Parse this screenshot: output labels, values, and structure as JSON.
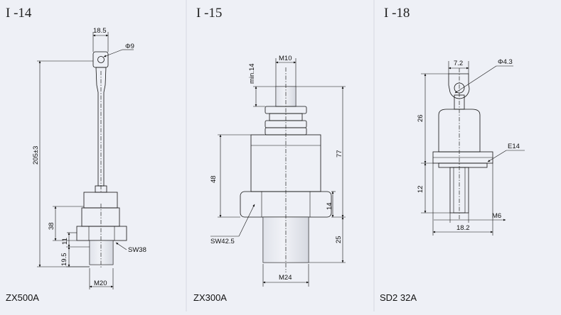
{
  "panels": [
    {
      "title": "I -14",
      "model": "ZX500A",
      "dims": {
        "d1": "18.5",
        "d2": "Φ9",
        "d3": "205±3",
        "d4": "38",
        "d5": "11",
        "d6": "19.5",
        "d7": "SW38",
        "d8": "M20"
      }
    },
    {
      "title": "I -15",
      "model": "ZX300A",
      "dims": {
        "d1": "M10",
        "d2": "min.14",
        "d3": "48",
        "d4": "77",
        "d5": "14",
        "d6": "SW42.5",
        "d7": "25",
        "d8": "M24"
      }
    },
    {
      "title": "I -18",
      "model": "SD2 32A",
      "dims": {
        "d1": "7.2",
        "d2": "Φ4.3",
        "d3": "26",
        "d4": "E14",
        "d5": "12",
        "d6": "M6",
        "d7": "18.2"
      }
    }
  ]
}
